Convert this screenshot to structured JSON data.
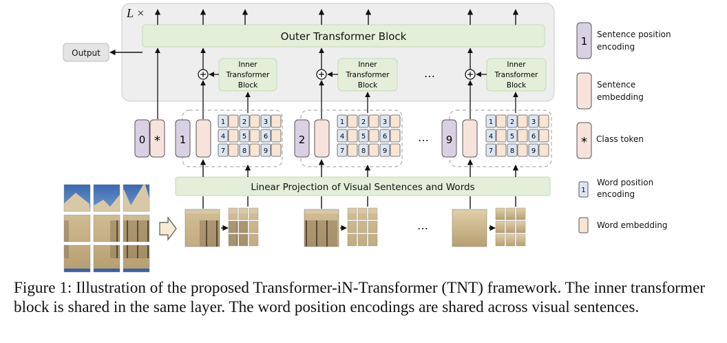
{
  "figure": {
    "layer_label": "L ×",
    "outer_block": "Outer Transformer Block",
    "inner_block_lines": [
      "Inner",
      "Transformer",
      "Block"
    ],
    "output_label": "Output",
    "linear_projection": "Linear Projection of Visual Sentences and Words",
    "ellipsis": "…",
    "class_pos": "0",
    "class_star": "*",
    "sentence_positions": [
      "1",
      "2",
      "9"
    ],
    "word_positions": [
      "1",
      "2",
      "3",
      "4",
      "5",
      "6",
      "7",
      "8",
      "9"
    ]
  },
  "legend": {
    "sentence_pos_sample": "1",
    "sentence_pos_label": [
      "Sentence position",
      "encoding"
    ],
    "sentence_emb_label": [
      "Sentence",
      "embedding"
    ],
    "class_token_sample": "*",
    "class_token_label": "Class token",
    "word_pos_sample": "1",
    "word_pos_label": [
      "Word position",
      "encoding"
    ],
    "word_emb_label": "Word embedding"
  },
  "colors": {
    "gray_panel": "#eeeeee",
    "green_block": "#e3efd9",
    "purple_pos": "#d9d1e3",
    "pink_emb": "#f7e3dc",
    "word_pos": "#dde6f2",
    "word_emb": "#f8e5d4"
  },
  "caption": "Figure 1: Illustration of the proposed Transformer-iN-Transformer (TNT) framework. The inner transformer block is shared in the same layer. The word position encodings are shared across visual sentences."
}
